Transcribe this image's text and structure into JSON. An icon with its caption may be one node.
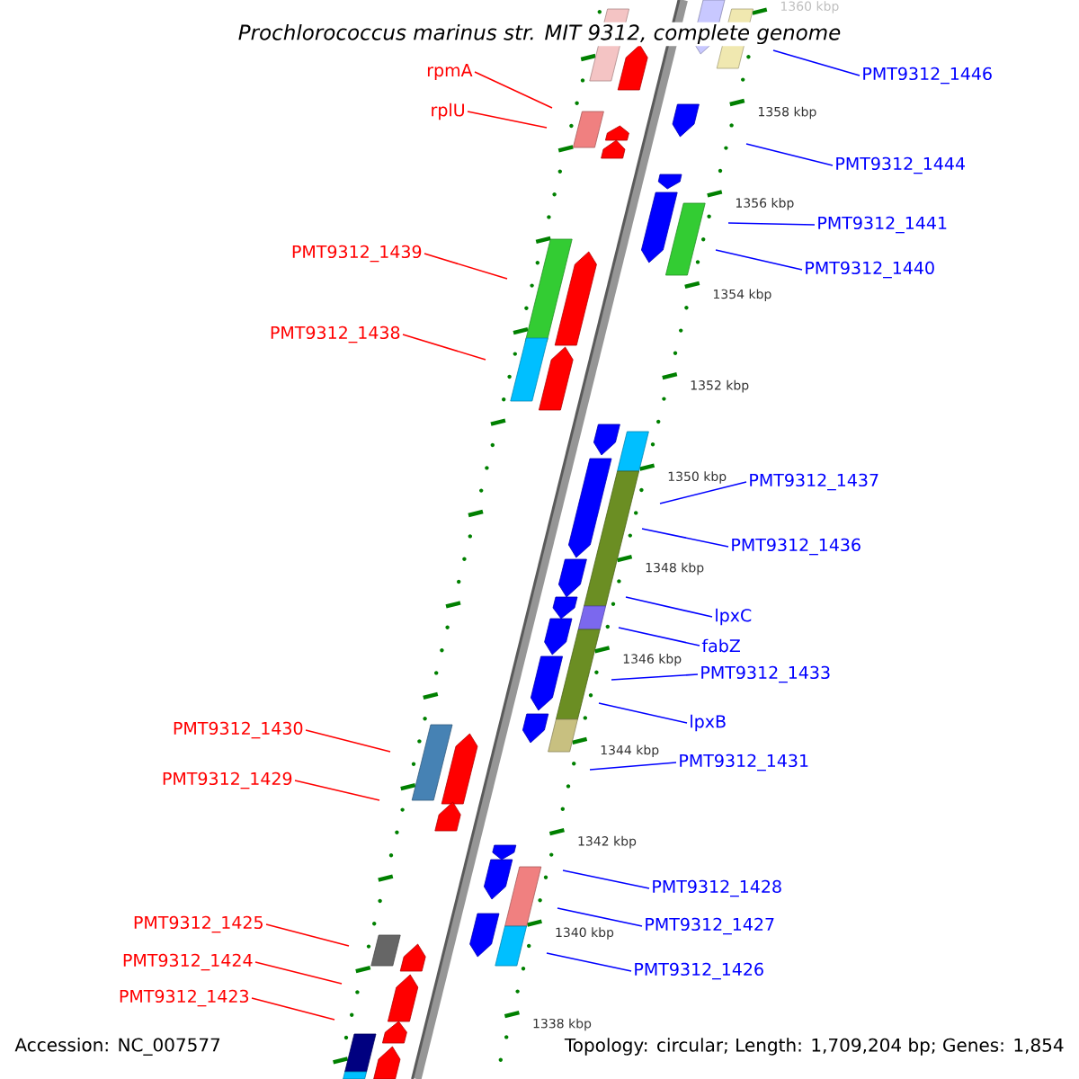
{
  "diagram": {
    "title": "Prochlorococcus marinus str. MIT 9312, complete genome",
    "nodes": [
      {
        "text": [
          "rpmA"
        ]
      },
      {
        "text": [
          "PMT9312_1446"
        ]
      },
      {
        "text": [
          "rplU"
        ]
      },
      {
        "text": [
          "PMT9312_1444"
        ]
      },
      {
        "text": [
          "PMT9312_1441"
        ]
      },
      {
        "text": [
          "PMT9312_1439"
        ]
      },
      {
        "text": [
          "PMT9312_1440"
        ]
      },
      {
        "text": [
          "PMT9312_1438"
        ]
      },
      {
        "text": [
          "PMT9312_1437"
        ]
      },
      {
        "text": [
          "PMT9312_1436"
        ]
      },
      {
        "text": [
          "lpxC"
        ]
      },
      {
        "text": [
          "fabZ"
        ]
      },
      {
        "text": [
          "PMT9312_1433"
        ]
      },
      {
        "text": [
          "lpxB"
        ]
      },
      {
        "text": [
          "PMT9312_1430"
        ]
      },
      {
        "text": [
          "PMT9312_1431"
        ]
      },
      {
        "text": [
          "PMT9312_1429"
        ]
      },
      {
        "text": [
          "PMT9312_1428"
        ]
      },
      {
        "text": [
          "PMT9312_1425"
        ]
      },
      {
        "text": [
          "PMT9312_1427"
        ]
      },
      {
        "text": [
          "PMT9312_1424"
        ]
      },
      {
        "text": [
          "PMT9312_1426"
        ]
      },
      {
        "text": [
          "PMT9312_1423"
        ]
      }
    ],
    "edges": [
      {
        "from": 0,
        "to": null,
        "arrow": "none",
        "color": "#ff0000"
      },
      {
        "from": 1,
        "to": null,
        "arrow": "none"
      },
      {
        "from": 2,
        "to": null,
        "arrow": "none",
        "color": "#ff0000"
      },
      {
        "from": 3,
        "to": null,
        "arrow": "none"
      },
      {
        "from": 4,
        "to": null,
        "arrow": "none"
      },
      {
        "from": 5,
        "to": null,
        "arrow": "none",
        "color": "#ff0000"
      },
      {
        "from": 6,
        "to": null,
        "arrow": "none"
      },
      {
        "from": 7,
        "to": null,
        "arrow": "none",
        "color": "#ff0000"
      },
      {
        "from": 8,
        "to": null,
        "arrow": "none"
      },
      {
        "from": 9,
        "to": null,
        "arrow": "none"
      },
      {
        "from": 10,
        "to": null,
        "arrow": "none"
      },
      {
        "from": 11,
        "to": null,
        "arrow": "none"
      },
      {
        "from": 12,
        "to": null,
        "arrow": "none"
      },
      {
        "from": 13,
        "to": null,
        "arrow": "none"
      },
      {
        "from": 14,
        "to": null,
        "arrow": "none",
        "color": "#ff0000"
      },
      {
        "from": 15,
        "to": null,
        "arrow": "none"
      },
      {
        "from": 16,
        "to": null,
        "arrow": "none",
        "color": "#ff0000"
      },
      {
        "from": 17,
        "to": null,
        "arrow": "none"
      },
      {
        "from": 18,
        "to": null,
        "arrow": "none",
        "color": "#ff0000"
      },
      {
        "from": 19,
        "to": null,
        "arrow": "none"
      },
      {
        "from": 20,
        "to": null,
        "arrow": "none",
        "color": "#ff0000"
      },
      {
        "from": 21,
        "to": null,
        "arrow": "none"
      },
      {
        "from": 22,
        "to": null,
        "arrow": "none",
        "color": "#ff0000"
      }
    ],
    "labels": [
      "1360 kbp",
      "1358 kbp",
      "1356 kbp",
      "1354 kbp",
      "1352 kbp",
      "1350 kbp",
      "1348 kbp",
      "1346 kbp",
      "1344 kbp",
      "1342 kbp",
      "1340 kbp",
      "1338 kbp",
      "Accession: NC_007577",
      "Topology: circular; Length: 1,709,204 bp; Genes: 1,854"
    ]
  }
}
